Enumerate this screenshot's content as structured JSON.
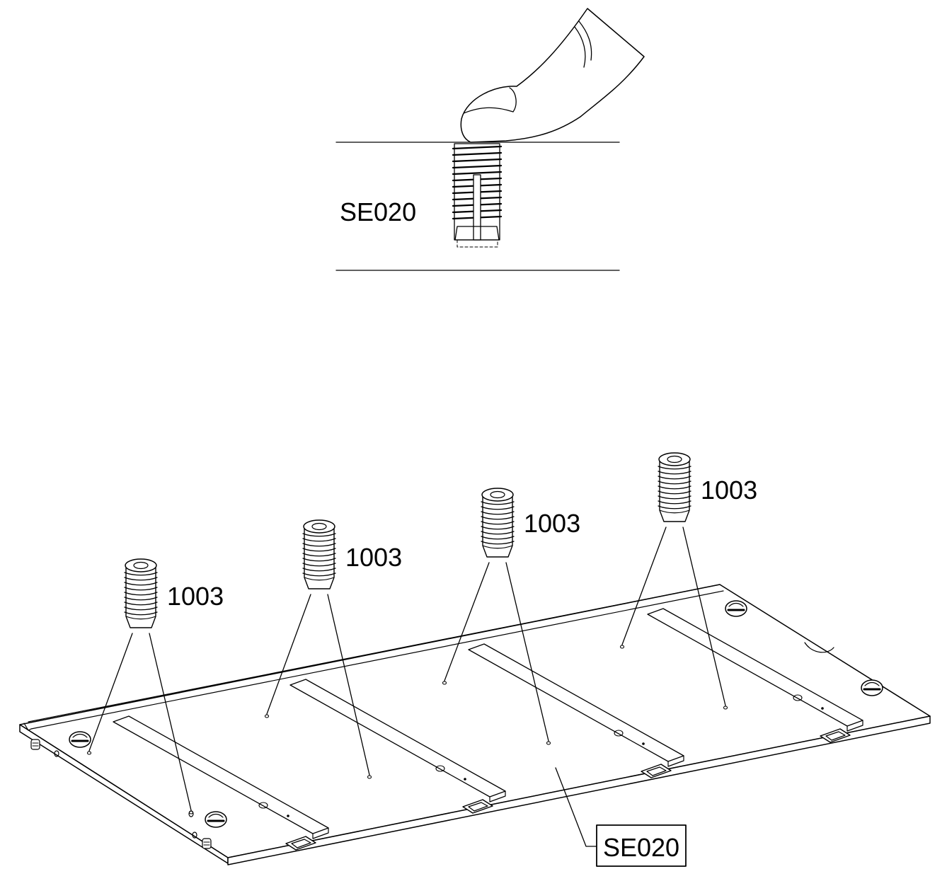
{
  "detail": {
    "part_label": "SE020"
  },
  "main": {
    "dowel_labels": [
      "1003",
      "1003",
      "1003",
      "1003"
    ],
    "panel_label": "SE020"
  },
  "icons": [
    "finger-icon",
    "dowel-icon",
    "cam-lock-icon",
    "connector-bracket-icon"
  ]
}
